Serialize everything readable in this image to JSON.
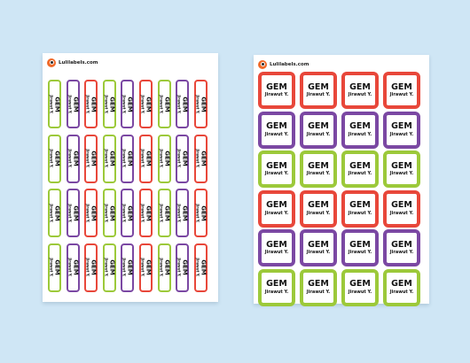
{
  "brand": "Lulilabels.com",
  "label": {
    "name": "GEM",
    "subtitle": "Jirawut Y."
  },
  "colors": {
    "red": "#e8473a",
    "purple": "#7b48a3",
    "green": "#9cc93a"
  },
  "left_sheet": {
    "pattern": [
      [
        "green",
        "purple",
        "red",
        "green",
        "purple",
        "red",
        "green",
        "purple",
        "red"
      ],
      [
        "green",
        "purple",
        "red",
        "green",
        "purple",
        "red",
        "green",
        "purple",
        "red"
      ],
      [
        "green",
        "purple",
        "red",
        "green",
        "purple",
        "red",
        "green",
        "purple",
        "red"
      ],
      [
        "green",
        "purple",
        "red",
        "green",
        "purple",
        "red",
        "green",
        "purple",
        "red"
      ]
    ]
  },
  "right_sheet": {
    "pattern": [
      [
        "red",
        "red",
        "red",
        "red"
      ],
      [
        "purple",
        "purple",
        "purple",
        "purple"
      ],
      [
        "green",
        "green",
        "green",
        "green"
      ],
      [
        "red",
        "red",
        "red",
        "red"
      ],
      [
        "purple",
        "purple",
        "purple",
        "purple"
      ],
      [
        "green",
        "green",
        "green",
        "green"
      ]
    ]
  }
}
